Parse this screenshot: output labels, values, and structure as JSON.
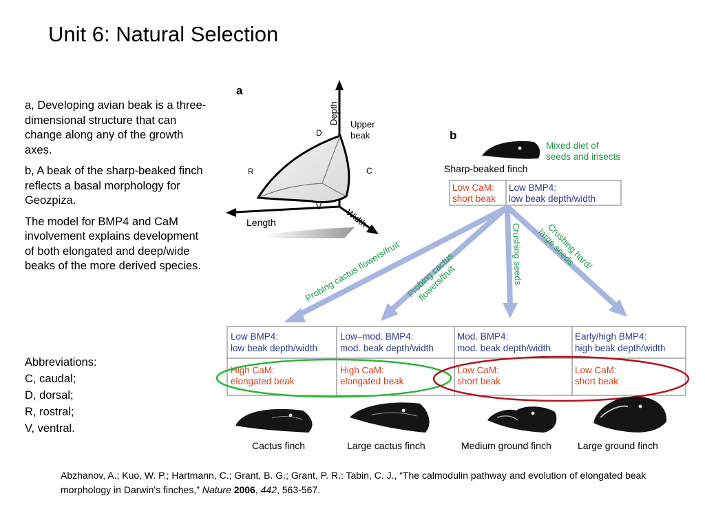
{
  "title": "Unit 6: Natural Selection",
  "description": [
    "a, Developing avian beak is a three-dimensional structure that can change along any of the growth axes.",
    "b, A beak of the sharp-beaked finch reflects a basal morphology for Geozpiza.",
    "The model for BMP4 and CaM involvement explains development of both elongated and deep/wide beaks of the more derived species."
  ],
  "abbreviations": {
    "heading": "Abbreviations:",
    "items": [
      "C, caudal;",
      "D, dorsal;",
      "R, rostral;",
      "V, ventral."
    ]
  },
  "citation": {
    "authors": "Abzhanov, A.; Kuo, W. P.; Hartmann, C.; Grant, B. G.; Grant, P. R.: Tabin, C. J., “The calmodulin pathway and evolution of elongated beak morphology in Darwin's finches,” ",
    "journal": "Nature",
    "year": "2006",
    "volume": "442",
    "pages": ", 563-567."
  },
  "panel_a": {
    "label": "a",
    "axes": {
      "depth": "Depth",
      "length": "Length",
      "width": "Width"
    },
    "directions": {
      "dorsal": "D",
      "rostral": "R",
      "caudal": "C",
      "ventral": "V"
    },
    "upper_beak_line1": "Upper",
    "upper_beak_line2": "beak"
  },
  "panel_b": {
    "label": "b",
    "ancestor": {
      "name": "Sharp-beaked finch",
      "diet_line1": "Mixed diet of",
      "diet_line2": "seeds and insects",
      "cam_line1": "Low CaM:",
      "cam_line2": "short beak",
      "bmp_line1": "Low BMP4:",
      "bmp_line2": "low beak depth/width"
    },
    "arrows": [
      {
        "line1": "Probing cactus flowers/fruit",
        "line2": ""
      },
      {
        "line1": "Probing cactus",
        "line2": "flowers/fruit"
      },
      {
        "line1": "Crushing seeds",
        "line2": ""
      },
      {
        "line1": "Crushing hard/",
        "line2": "large seeds"
      }
    ],
    "species": [
      {
        "bmp_line1": "Low BMP4:",
        "bmp_line2": "low beak depth/width",
        "cam_line1": "High CaM:",
        "cam_line2": "elongated beak",
        "name": "Cactus finch"
      },
      {
        "bmp_line1": "Low–mod. BMP4:",
        "bmp_line2": "mod. beak depth/width",
        "cam_line1": "High CaM:",
        "cam_line2": "elongated beak",
        "name": "Large cactus finch"
      },
      {
        "bmp_line1": "Mod. BMP4:",
        "bmp_line2": "mod. beak depth/width",
        "cam_line1": "Low CaM:",
        "cam_line2": "short beak",
        "name": "Medium ground finch"
      },
      {
        "bmp_line1": "Early/high BMP4:",
        "bmp_line2": "high beak depth/width",
        "cam_line1": "Low CaM:",
        "cam_line2": "short beak",
        "name": "Large ground finch"
      }
    ]
  },
  "colors": {
    "bmp_text": "#2b3a8f",
    "cam_text": "#d0401f",
    "diet_text": "#1e9a4a",
    "arrow": "#a7b6e0",
    "green_ellipse": "#2db53c",
    "red_ellipse": "#b3141c"
  }
}
